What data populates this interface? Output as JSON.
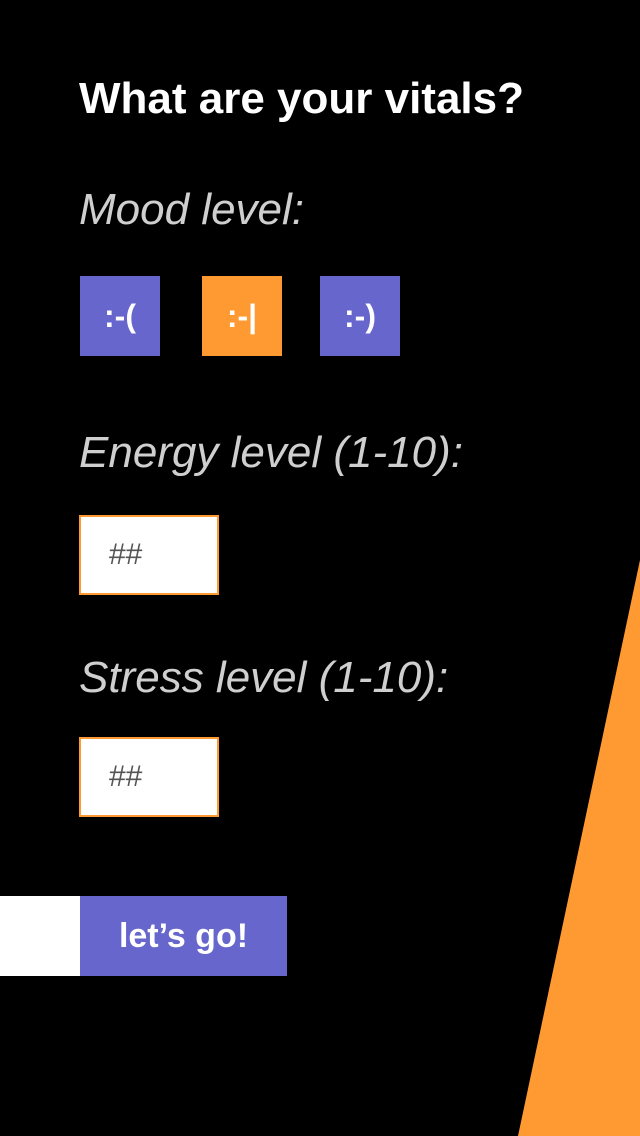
{
  "header": {
    "title": "What are your vitals?"
  },
  "mood": {
    "label": "Mood level:",
    "options": [
      {
        "label": ":-(",
        "color": "#6766cc"
      },
      {
        "label": ":-|",
        "color": "#ff9a33"
      },
      {
        "label": ":-)",
        "color": "#6766cc"
      }
    ],
    "selected": ":-|"
  },
  "energy": {
    "label": "Energy level (1-10):",
    "placeholder": "##",
    "value": ""
  },
  "stress": {
    "label": "Stress level (1-10):",
    "placeholder": "##",
    "value": ""
  },
  "submit": {
    "label": "let’s go!",
    "color": "#6766cc"
  },
  "theme": {
    "background": "#000000",
    "accent": "#ff9a33",
    "primary": "#6766cc",
    "label_text": "#cfcfcf"
  }
}
